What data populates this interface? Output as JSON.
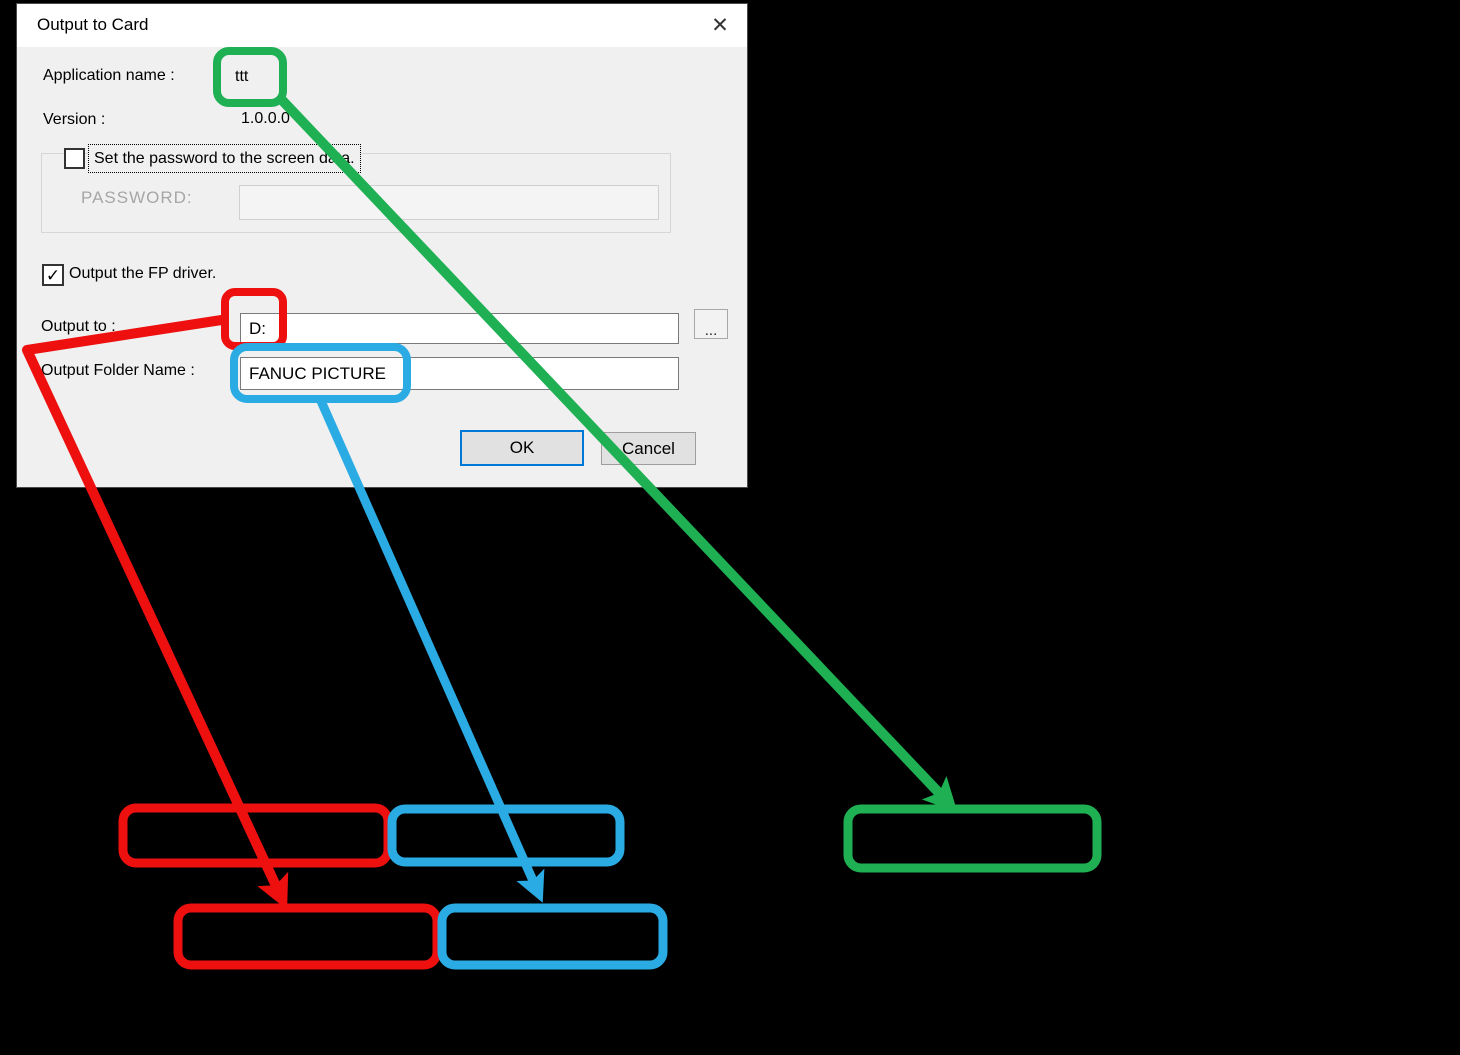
{
  "window": {
    "title": "Output to Card",
    "close_glyph": "✕"
  },
  "form": {
    "application_name": {
      "label": "Application name :",
      "value": "ttt"
    },
    "version": {
      "label": "Version :",
      "value": "1.0.0.0"
    },
    "password_group": {
      "checkbox_label": "Set the password to the screen data.",
      "checkbox_checked": false,
      "password_label": "PASSWORD:",
      "password_value": ""
    },
    "fp_driver": {
      "label": "Output the FP driver.",
      "checked": true,
      "check_glyph": "✓"
    },
    "output_to": {
      "label": "Output to :",
      "value": "D:"
    },
    "browse_button_label": "...",
    "output_folder": {
      "label": "Output Folder Name :",
      "value": "FANUC PICTURE"
    },
    "ok_button_label": "OK",
    "cancel_button_label": "Cancel"
  },
  "annotations": {
    "colors": {
      "red": "#ee0f0f",
      "green": "#1fb054",
      "blue": "#2aabe4"
    }
  }
}
